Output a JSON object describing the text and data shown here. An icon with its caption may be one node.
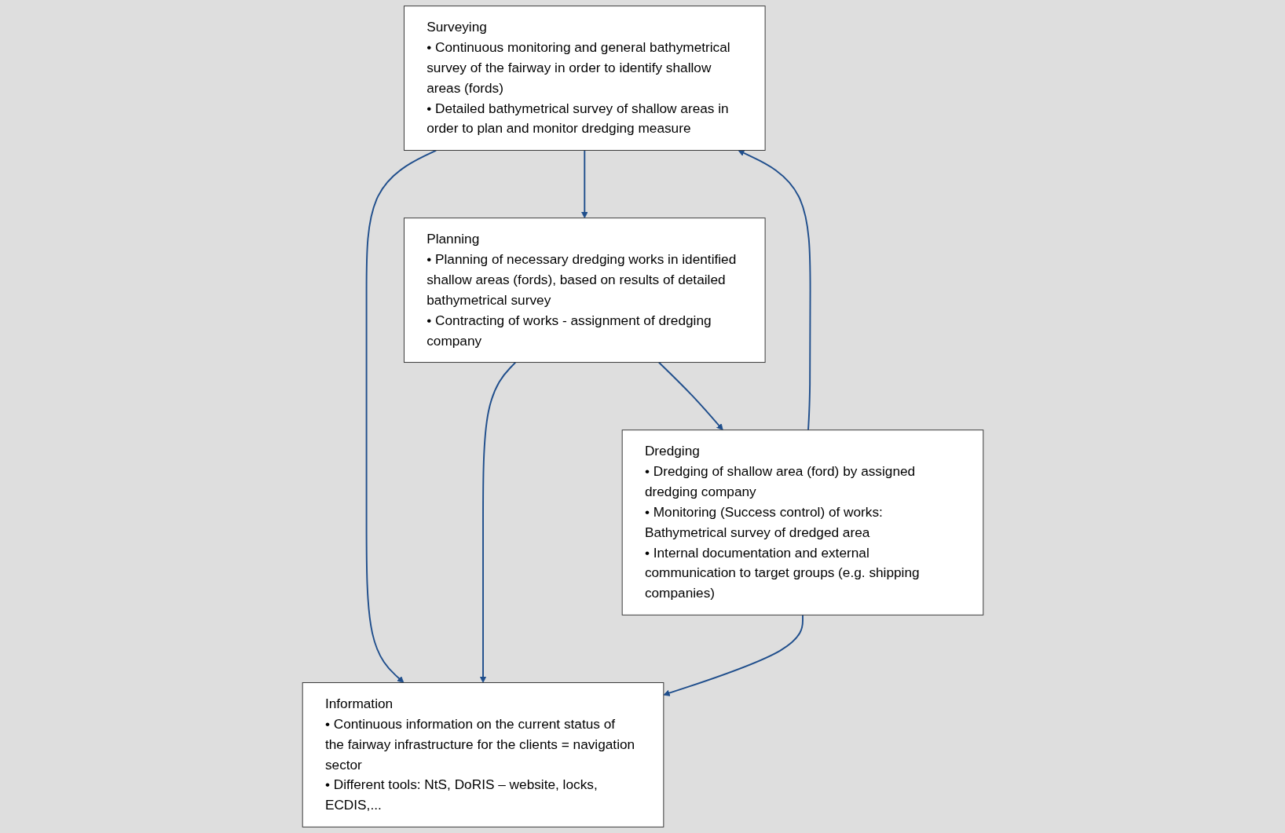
{
  "diagram": {
    "nodes": [
      {
        "text": [
          "Surveying",
          "• Continuous monitoring and general bathymetrical survey of the fairway in order to identify shallow areas (fords)",
          "• Detailed bathymetrical survey of shallow areas in order to plan and monitor dredging measure"
        ]
      },
      {
        "text": [
          "Information",
          "• Continuous information on the current status of the fairway infrastructure for the clients = navigation sector",
          "• Different tools: NtS, DoRIS – website, locks, ECDIS,..."
        ]
      },
      {
        "text": [
          "Dredging",
          "• Dredging of shallow area (ford) by assigned dredging company",
          "• Monitoring (Success control) of works: Bathymetrical survey of dredged area",
          "• Internal documentation and external communication to target groups (e.g. shipping companies)"
        ]
      },
      {
        "text": [
          "Planning",
          "• Planning of necessary dredging works in identified shallow areas (fords), based on results of detailed bathymetrical survey",
          "• Contracting of works - assignment of dredging company"
        ]
      }
    ],
    "edges": [
      {
        "from": 0,
        "to": 1,
        "arrow": "to"
      },
      {
        "from": 0,
        "to": 3,
        "arrow": "to"
      },
      {
        "from": 3,
        "to": 1,
        "arrow": "to"
      },
      {
        "from": 3,
        "to": 2,
        "arrow": "to"
      },
      {
        "from": 2,
        "to": 1,
        "arrow": "to"
      },
      {
        "from": 2,
        "to": 0,
        "arrow": "to"
      }
    ]
  }
}
